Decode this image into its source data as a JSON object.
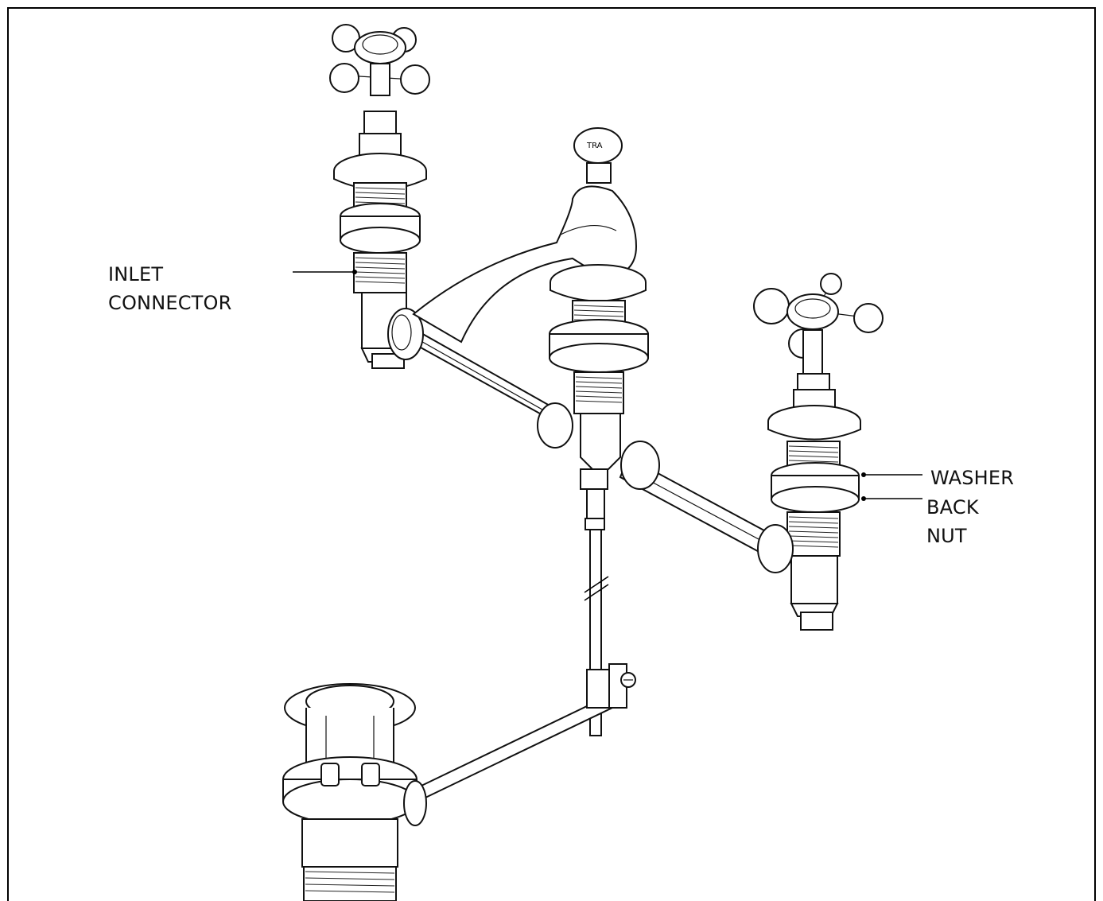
{
  "labels": {
    "inlet_connector": [
      "INLET",
      "CONNECTOR"
    ],
    "washer": "WASHER",
    "back_nut": [
      "BACK",
      "NUT"
    ]
  },
  "spout_logo": "TRA",
  "colors": {
    "line": "#111111",
    "background": "#ffffff"
  }
}
